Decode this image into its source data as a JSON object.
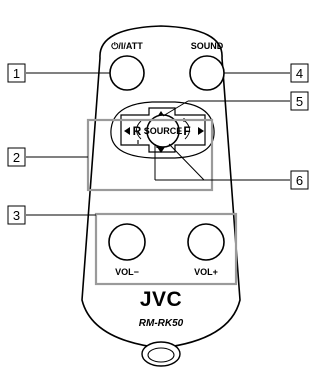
{
  "remote": {
    "buttons": {
      "power_att": "⏻/I/ATT",
      "sound": "SOUND",
      "source": "SOURCE",
      "up": "U",
      "down": "D",
      "left": "R",
      "right": "F",
      "vol_minus": "VOL−",
      "vol_plus": "VOL+"
    },
    "brand": "JVC",
    "model": "RM-RK50"
  },
  "callouts": [
    "1",
    "2",
    "3",
    "4",
    "5",
    "6"
  ]
}
